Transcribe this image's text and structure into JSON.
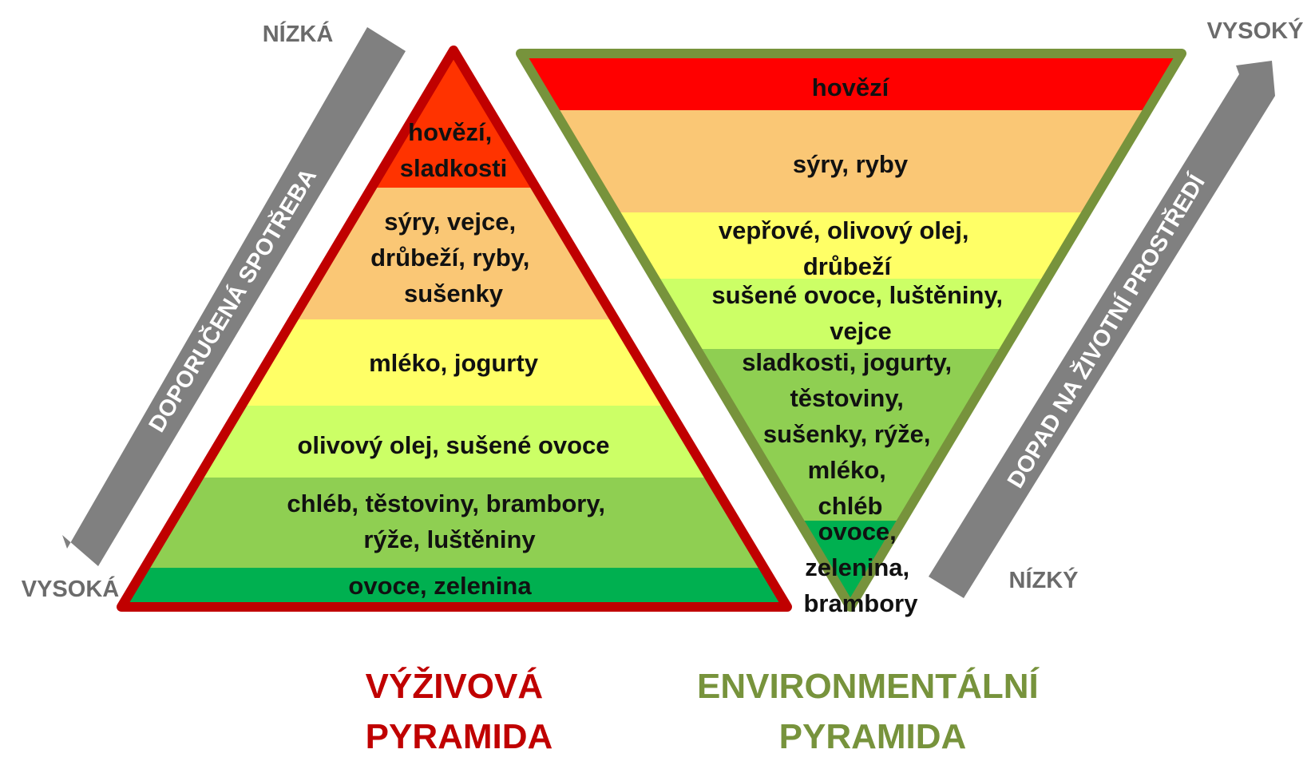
{
  "colors": {
    "red_band": "#ff3300",
    "red_top": "#ff0000",
    "orange": "#fac775",
    "yellow": "#ffff66",
    "light_green": "#ccff66",
    "green": "#8fcf52",
    "dark_green": "#00b050",
    "nutrition_outline": "#c00000",
    "environment_outline": "#77933c",
    "arrow_gray": "#808080",
    "label_gray": "#6b6b6b"
  },
  "nutrition_pyramid": {
    "title_line1": "VÝŽIVOVÁ",
    "title_line2": "PYRAMIDA",
    "bands": [
      {
        "lines": [
          "hovězí,",
          "sladkosti"
        ]
      },
      {
        "lines": [
          "sýry, vejce,",
          "drůbeží, ryby,",
          "sušenky"
        ]
      },
      {
        "lines": [
          "mléko, jogurty"
        ]
      },
      {
        "lines": [
          "olivový olej, sušené ovoce"
        ]
      },
      {
        "lines": [
          "chléb, těstoviny, brambory,",
          "rýže, luštěniny"
        ]
      },
      {
        "lines": [
          "ovoce, zelenina"
        ]
      }
    ]
  },
  "environmental_pyramid": {
    "title_line1": "ENVIRONMENTÁLNÍ",
    "title_line2": "PYRAMIDA",
    "bands": [
      {
        "lines": [
          "hovězí"
        ]
      },
      {
        "lines": [
          "sýry, ryby"
        ]
      },
      {
        "lines": [
          "vepřové, olivový olej,",
          "drůbeží"
        ]
      },
      {
        "lines": [
          "sušené ovoce, luštěniny,",
          "vejce"
        ]
      },
      {
        "lines": [
          "sladkosti, jogurty,",
          "těstoviny,",
          "sušenky, rýže,",
          "mléko,",
          "chléb"
        ]
      },
      {
        "lines": [
          "ovoce,",
          "zelenina,",
          "brambory"
        ]
      }
    ]
  },
  "left_axis": {
    "label": "DOPORUČENÁ SPOTŘEBA",
    "top_end": "NÍZKÁ",
    "bottom_end": "VYSOKÁ"
  },
  "right_axis": {
    "label": "DOPAD NA ŽIVOTNÍ PROSTŘEDÍ",
    "top_end": "VYSOKÝ",
    "bottom_end": "NÍZKÝ"
  }
}
